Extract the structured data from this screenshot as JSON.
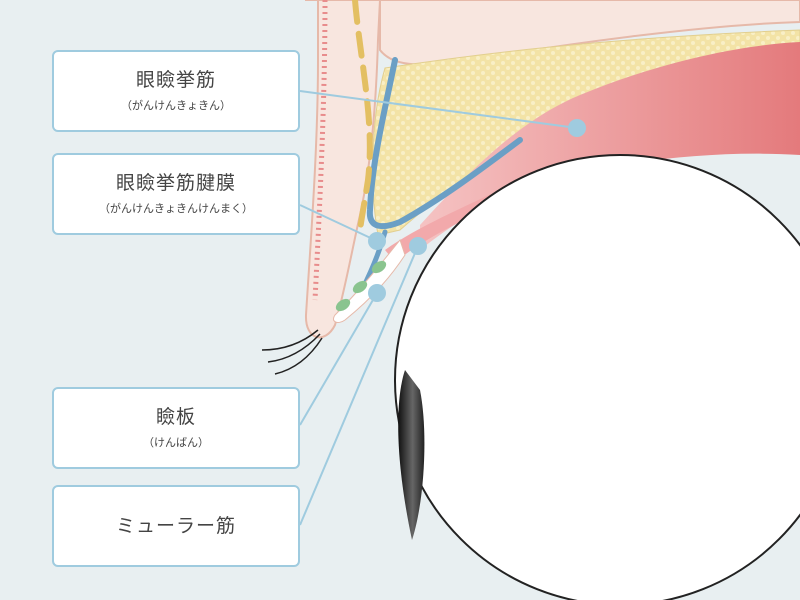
{
  "labels": [
    {
      "id": "levator",
      "main": "眼瞼挙筋",
      "reading": "（がんけんきょきん）"
    },
    {
      "id": "aponeurosis",
      "main": "眼瞼挙筋腱膜",
      "reading": "（がんけんきょきんけんまく）"
    },
    {
      "id": "tarsus",
      "main": "瞼板",
      "reading": "（けんばん）"
    },
    {
      "id": "muller",
      "main": "ミューラー筋",
      "reading": ""
    }
  ],
  "colors": {
    "background": "#e8eff1",
    "skin": "#f8e6df",
    "fat": "#f3e3a6",
    "levator_muscle": "#e8888a",
    "aponeurosis": "#6b9fc5",
    "leader_line": "#9fcbdf",
    "tarsus_glands": "#8ac48f"
  }
}
